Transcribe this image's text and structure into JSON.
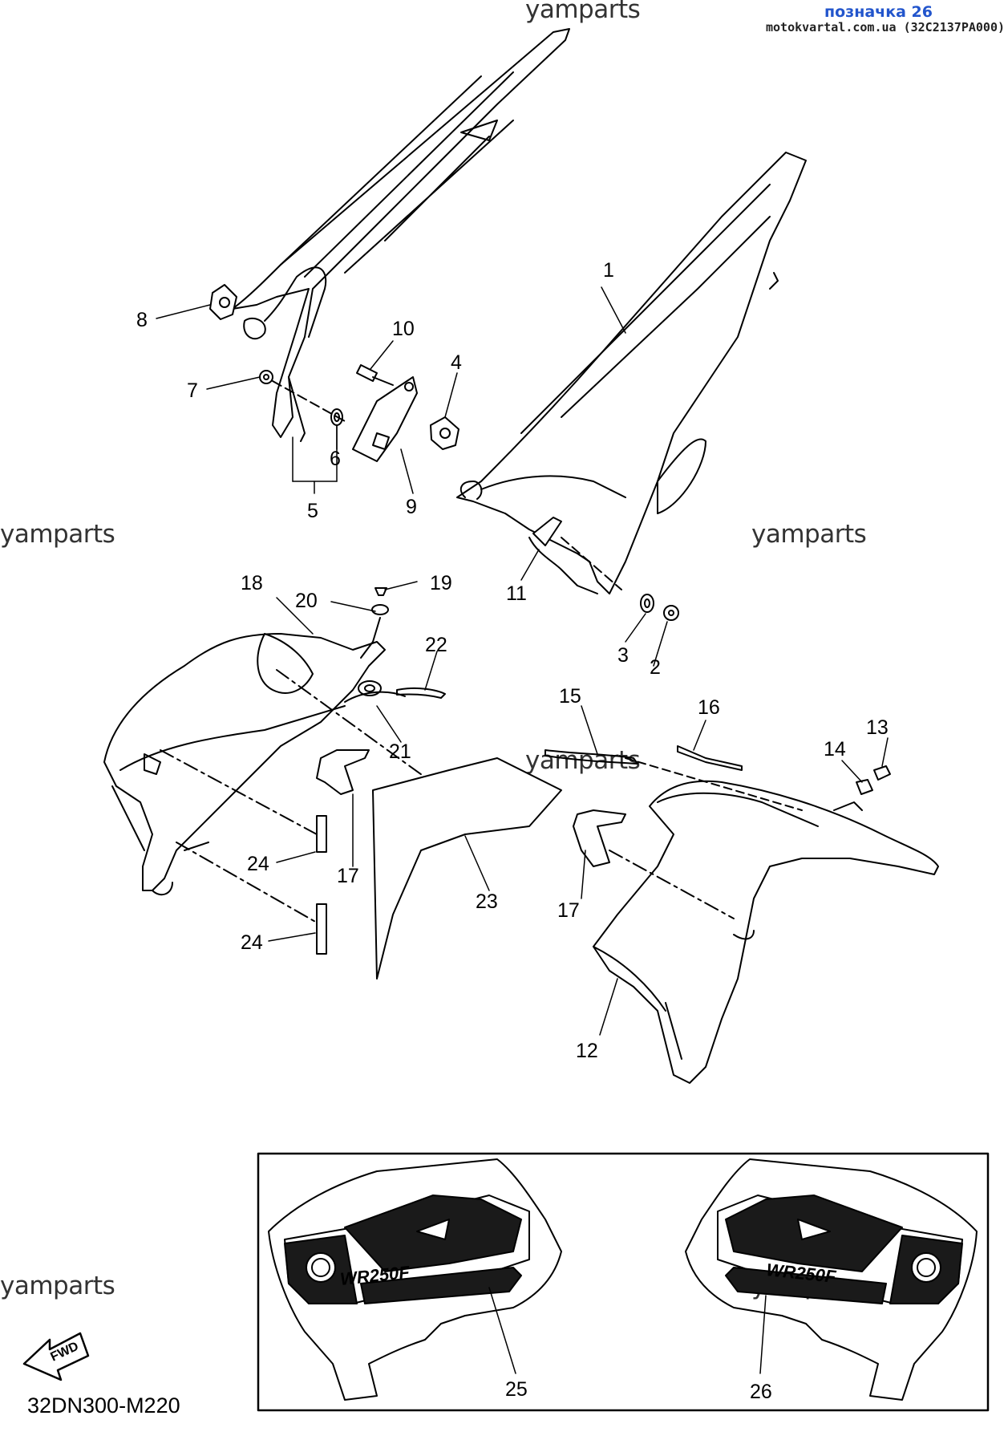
{
  "header": {
    "label": "позначка 26",
    "source": "motokvartal.com.ua (32C2137PA000)"
  },
  "watermarks": [
    "yamparts",
    "yamparts",
    "yamparts",
    "yamparts",
    "yamparts",
    "yamparts",
    "yamparts"
  ],
  "callouts": [
    {
      "id": "1",
      "text": "1"
    },
    {
      "id": "2",
      "text": "2"
    },
    {
      "id": "3",
      "text": "3"
    },
    {
      "id": "4",
      "text": "4"
    },
    {
      "id": "5",
      "text": "5"
    },
    {
      "id": "6",
      "text": "6"
    },
    {
      "id": "7",
      "text": "7"
    },
    {
      "id": "8",
      "text": "8"
    },
    {
      "id": "9",
      "text": "9"
    },
    {
      "id": "10",
      "text": "10"
    },
    {
      "id": "11",
      "text": "11"
    },
    {
      "id": "12",
      "text": "12"
    },
    {
      "id": "13",
      "text": "13"
    },
    {
      "id": "14",
      "text": "14"
    },
    {
      "id": "15",
      "text": "15"
    },
    {
      "id": "16",
      "text": "16"
    },
    {
      "id": "17a",
      "text": "17"
    },
    {
      "id": "17b",
      "text": "17"
    },
    {
      "id": "18",
      "text": "18"
    },
    {
      "id": "19",
      "text": "19"
    },
    {
      "id": "20",
      "text": "20"
    },
    {
      "id": "21",
      "text": "21"
    },
    {
      "id": "22",
      "text": "22"
    },
    {
      "id": "23",
      "text": "23"
    },
    {
      "id": "24a",
      "text": "24"
    },
    {
      "id": "24b",
      "text": "24"
    },
    {
      "id": "25",
      "text": "25"
    },
    {
      "id": "26",
      "text": "26"
    }
  ],
  "fwd_label": "FWD",
  "graphic_left": "WR250F",
  "graphic_right": "WR250F",
  "diagram_code": "32DN300-M220",
  "colors": {
    "ink": "#000000",
    "header_blue": "#2255cc",
    "watermark": "#333333"
  }
}
